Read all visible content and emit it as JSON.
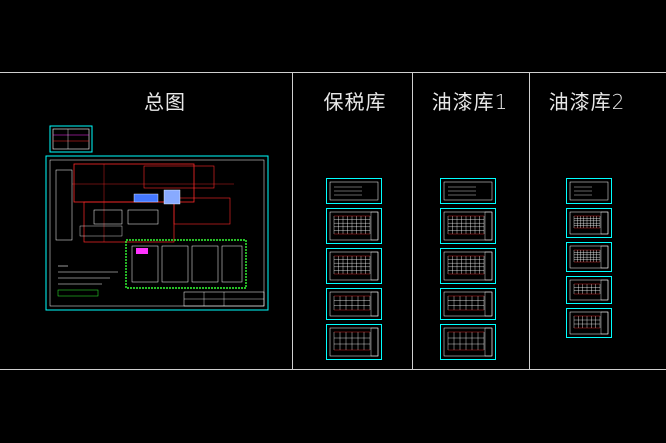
{
  "sections": [
    {
      "id": "overview",
      "title": "总图"
    },
    {
      "id": "bonded",
      "title": "保税库"
    },
    {
      "id": "paint1",
      "title": "油漆库1"
    },
    {
      "id": "paint2",
      "title": "油漆库2"
    }
  ],
  "colors": {
    "background": "#000000",
    "frame": "#cfcfcf",
    "sheet_border": "#00ffff",
    "drawing_white": "#ffffff",
    "drawing_red": "#ff2a2a",
    "drawing_green": "#33ff33",
    "drawing_magenta": "#ff33ff",
    "drawing_yellow": "#ffff33"
  }
}
